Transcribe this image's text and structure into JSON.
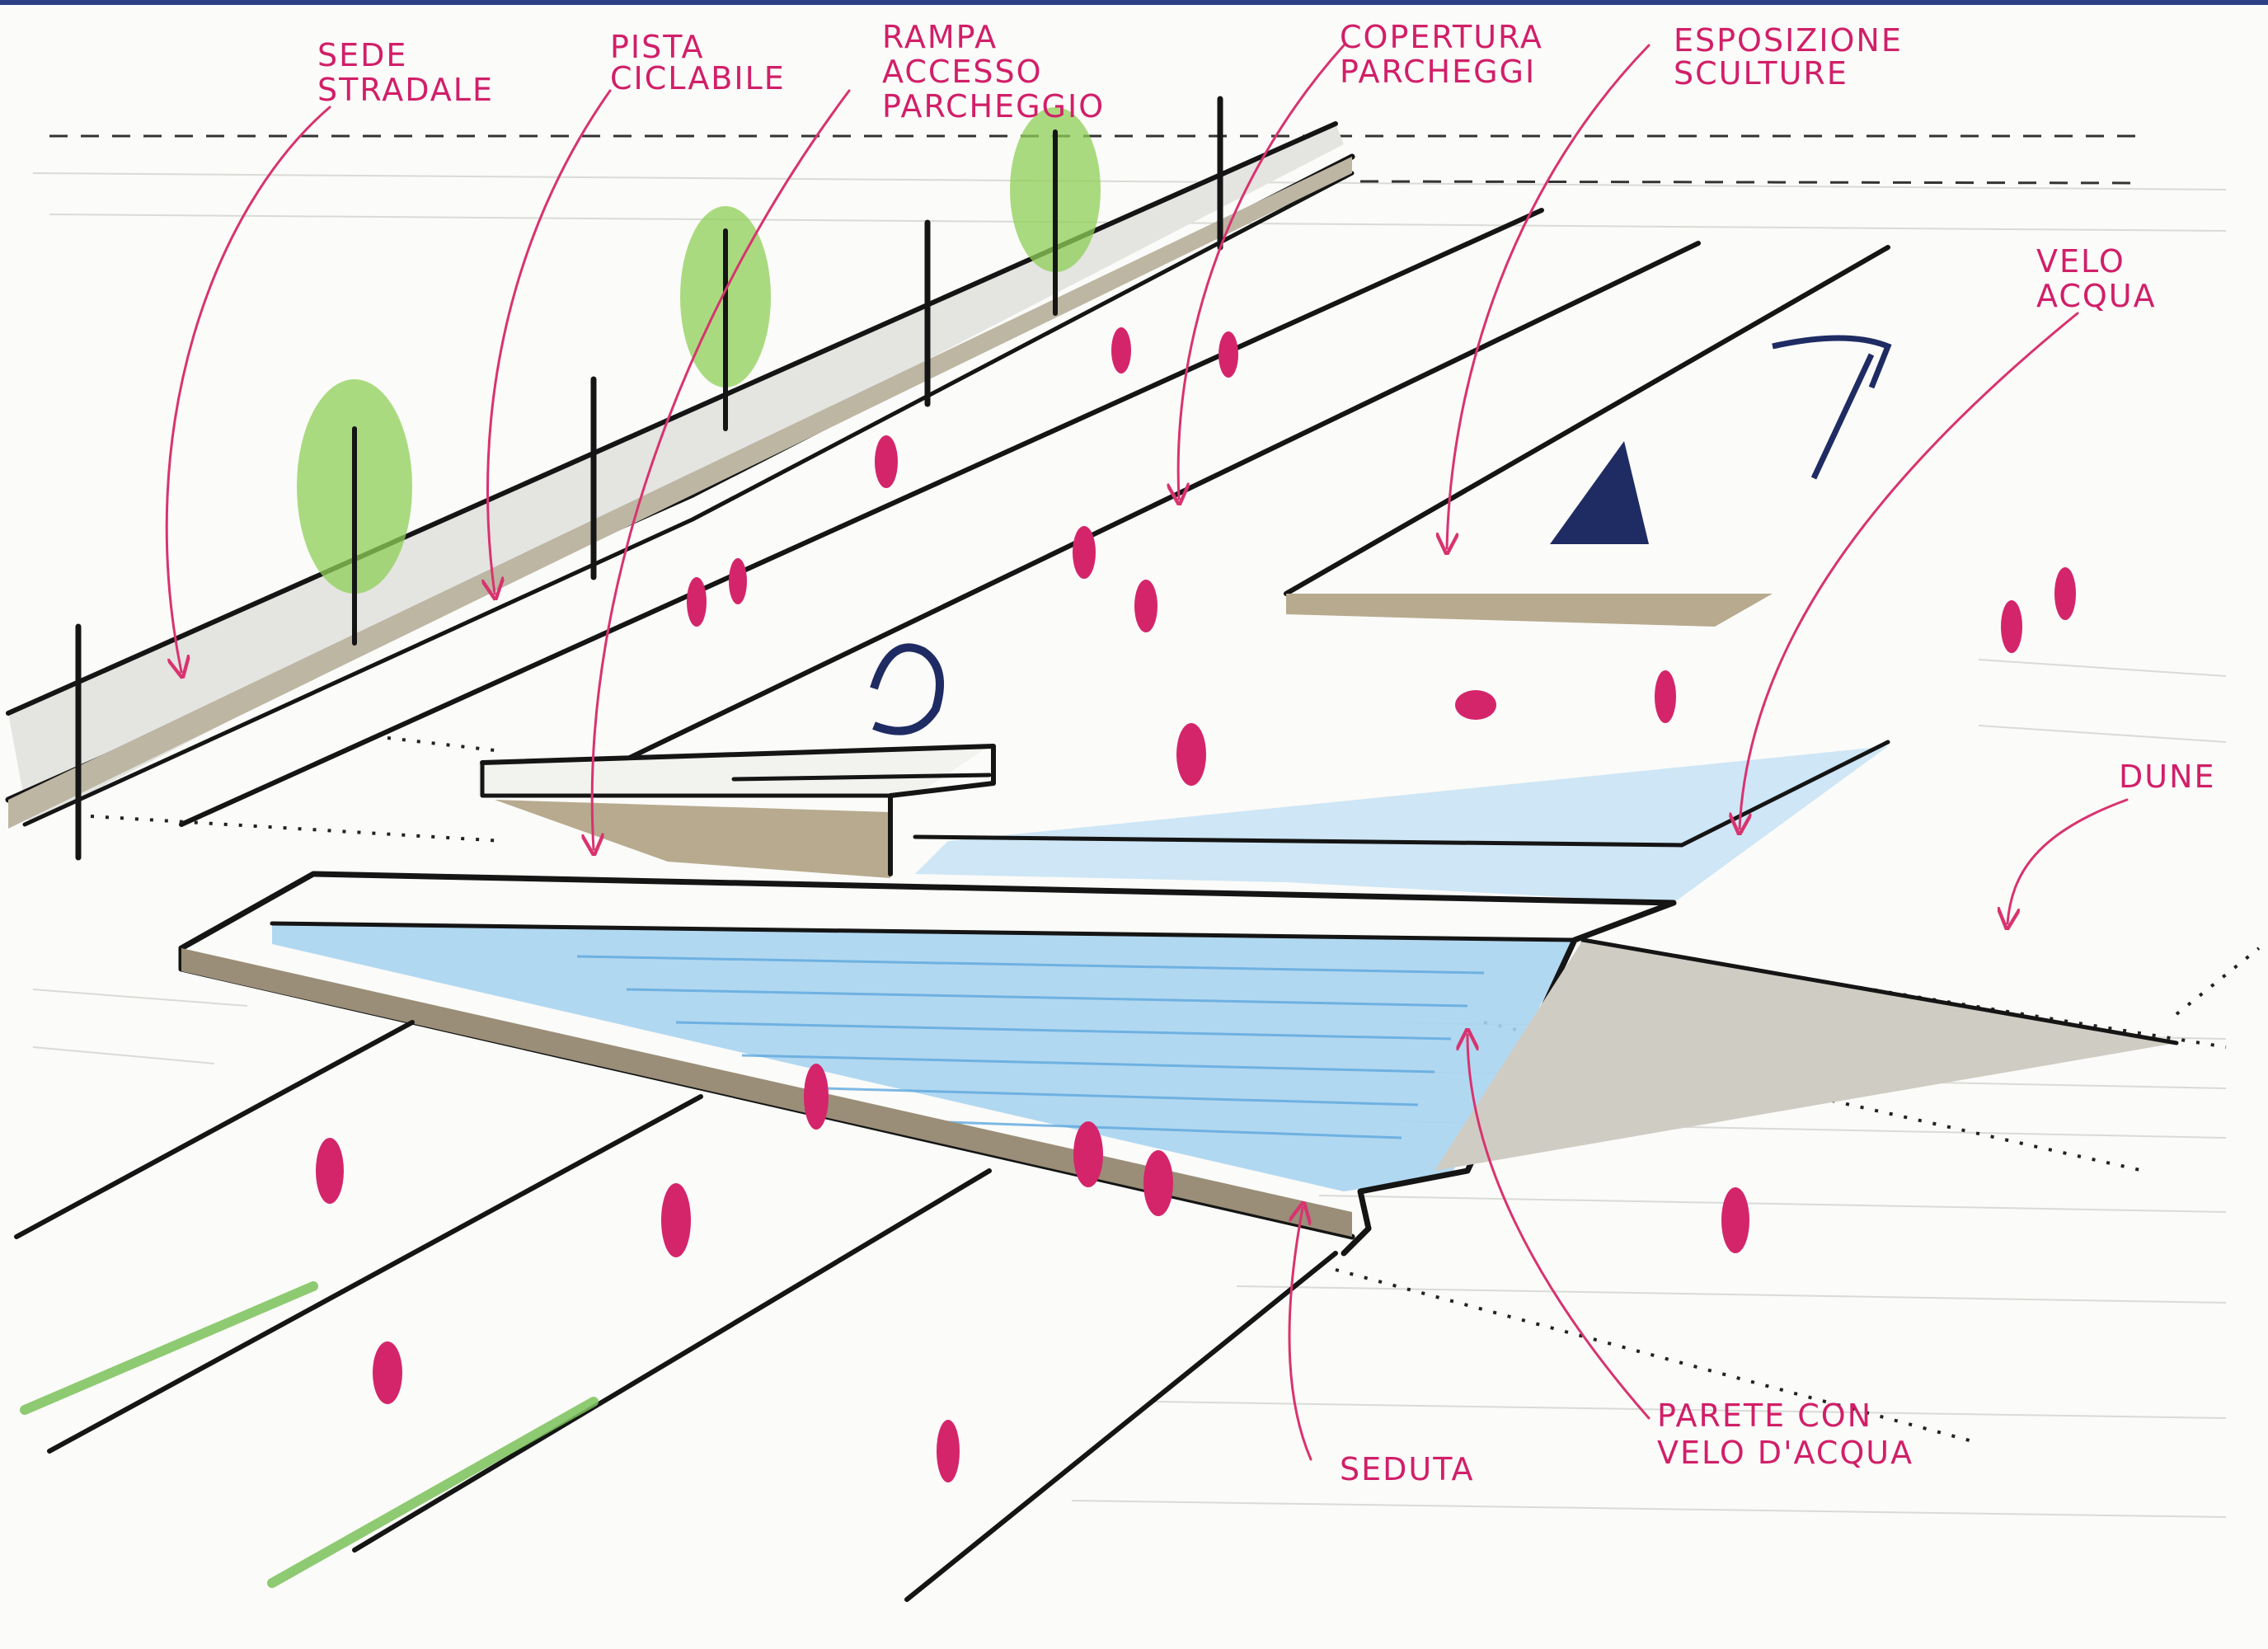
{
  "colors": {
    "label": "#d11f68",
    "arrow": "#d8336f",
    "ink": "#151515",
    "water": "#a9d4ef",
    "water_deep": "#5ea8de",
    "concrete": "#9a8e78",
    "ground": "#efefeb",
    "tree_leaf": "#8fcf55",
    "person": "#d4256b",
    "sculpture": "#1f2c63"
  },
  "labels": {
    "sede_stradale": [
      "SEDE",
      "STRADALE"
    ],
    "pista_ciclabile": [
      "PISTA",
      "CICLABILE"
    ],
    "rampa": [
      "RAMPA",
      "ACCESSO",
      "PARCHEGGIO"
    ],
    "copertura": [
      "COPERTURA",
      "PARCHEGGI"
    ],
    "esposizione": [
      "ESPOSIZIONE",
      "SCULTURE"
    ],
    "velo_acqua": [
      "VELO",
      "ACQUA"
    ],
    "dune": [
      "DUNE"
    ],
    "seduta": [
      "SEDUTA"
    ],
    "parete": [
      "PARETE CON",
      "VELO D'ACQUA"
    ]
  }
}
